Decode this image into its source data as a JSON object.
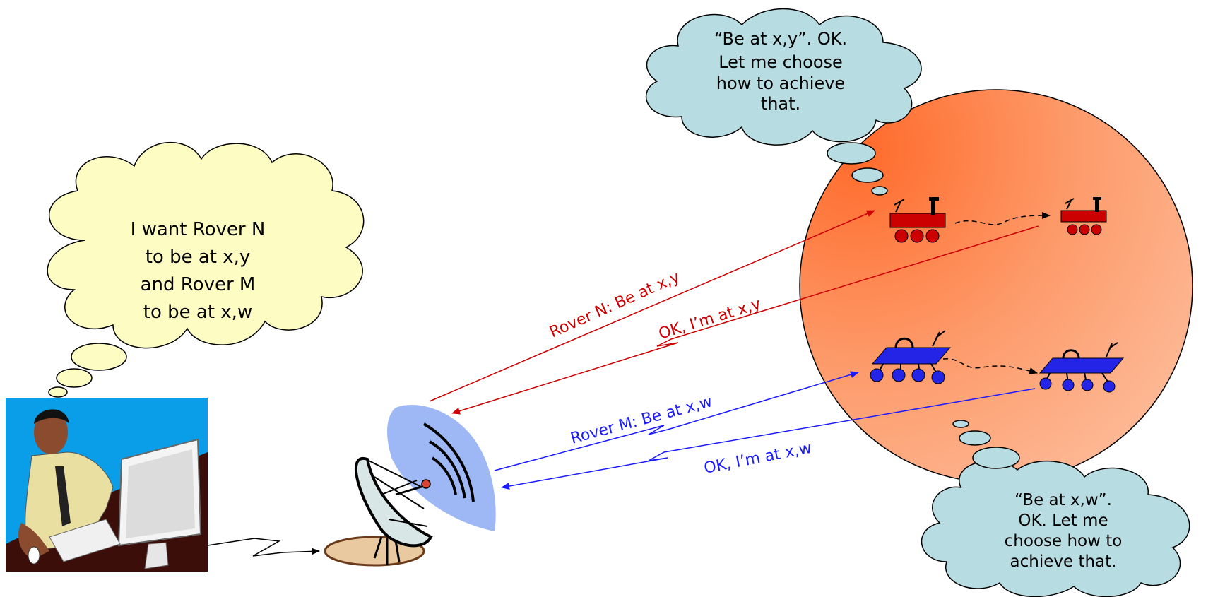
{
  "operator_thought": {
    "line1": "I want Rover N",
    "line2": "to be at x,y",
    "line3": "and Rover M",
    "line4": "to be at x,w"
  },
  "rover_n_thought": {
    "line1": "“Be at x,y”. OK.",
    "line2": "Let me choose",
    "line3": "how to achieve",
    "line4": "that."
  },
  "rover_m_thought": {
    "line1": "“Be at x,w”.",
    "line2": "OK. Let me",
    "line3": "choose how to",
    "line4": "achieve that."
  },
  "messages": {
    "rover_n_command": "Rover N: Be at x,y",
    "rover_n_reply": "OK, I’m at x,y",
    "rover_m_command": "Rover M: Be at x,w",
    "rover_m_reply": "OK, I’m at x,w"
  },
  "colors": {
    "rover_n_link": "#cc0000",
    "rover_m_link": "#1a1aff",
    "thought_operator": "#fdfcc3",
    "thought_rover": "#b7dde2",
    "planet_light": "#fdb38a",
    "planet_dark": "#ff6a2a",
    "rover_n_body": "#cc0000",
    "rover_m_body": "#2424e6"
  },
  "icons": [
    "operator-at-computer-icon",
    "satellite-dish-icon",
    "red-rover-icon",
    "blue-rover-icon"
  ]
}
